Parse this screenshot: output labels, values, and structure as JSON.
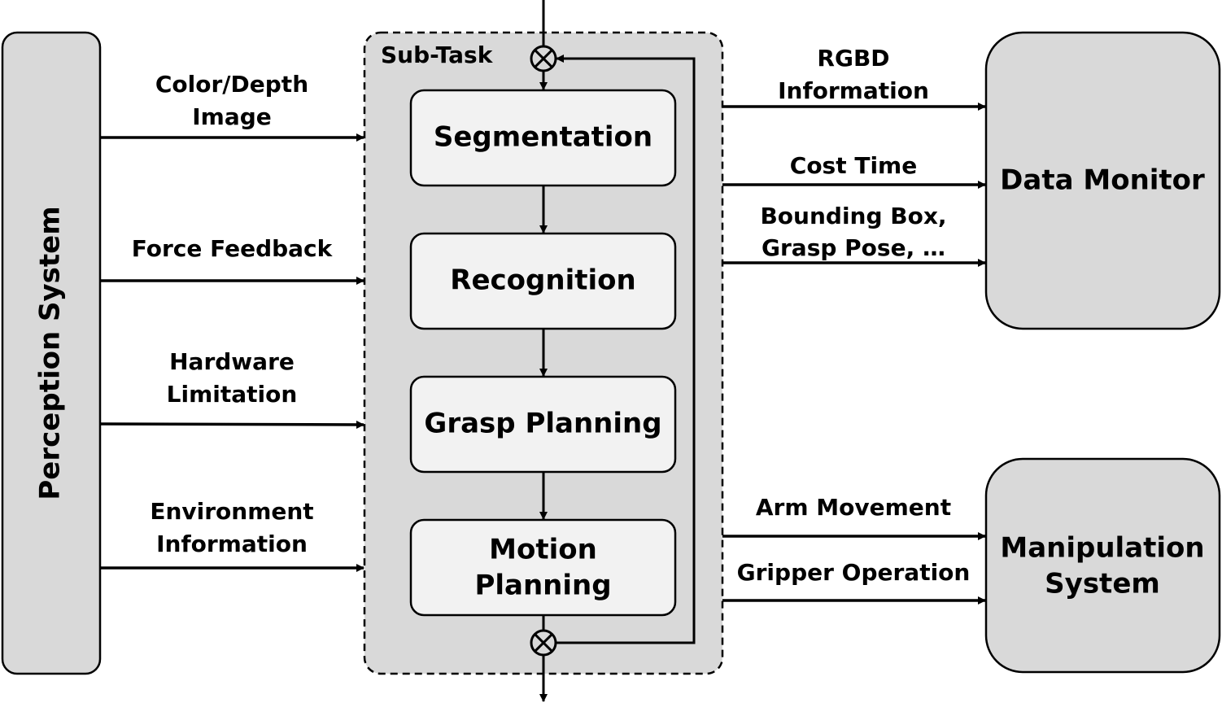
{
  "diagram": {
    "perception_system": "Perception System",
    "subtask": {
      "title": "Sub-Task",
      "steps": [
        "Segmentation",
        "Recognition",
        "Grasp Planning",
        [
          "Motion",
          "Planning"
        ]
      ]
    },
    "inputs": [
      [
        "Color/Depth",
        "Image"
      ],
      [
        "Force Feedback"
      ],
      [
        "Hardware",
        "Limitation"
      ],
      [
        "Environment",
        "Information"
      ]
    ],
    "data_monitor": {
      "title": "Data Monitor",
      "outputs": [
        [
          "RGBD",
          "Information"
        ],
        [
          "Cost Time"
        ],
        [
          "Bounding Box,",
          "Grasp Pose, …"
        ]
      ]
    },
    "manipulation_system": {
      "title": [
        "Manipulation",
        "System"
      ],
      "outputs": [
        [
          "Arm Movement"
        ],
        [
          "Gripper Operation"
        ]
      ]
    },
    "colors": {
      "box_fill": "#d9d9d9",
      "step_fill": "#f2f2f2",
      "stroke": "#000000"
    }
  }
}
